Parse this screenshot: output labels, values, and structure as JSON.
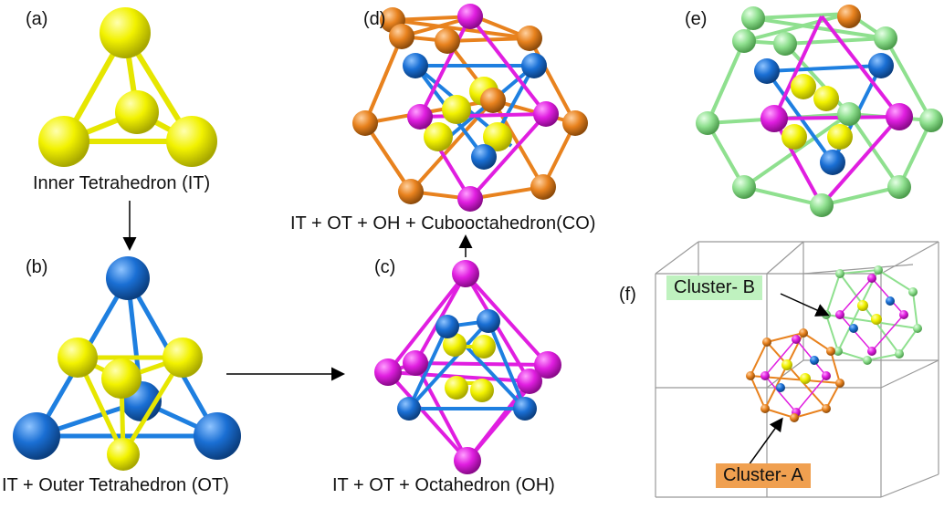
{
  "colors": {
    "yellow": "#f2f200",
    "blue": "#1a6fd4",
    "magenta": "#e01ee0",
    "orange": "#e8821e",
    "green": "#8fe08f"
  },
  "panels": {
    "a": {
      "label": "(a)",
      "caption": "Inner Tetrahedron (IT)"
    },
    "b": {
      "label": "(b)",
      "caption": "IT + Outer Tetrahedron (OT)"
    },
    "c": {
      "label": "(c)",
      "caption": "IT + OT + Octahedron (OH)"
    },
    "d": {
      "label": "(d)",
      "caption": "IT + OT + OH + Cubooctahedron(CO)"
    },
    "e": {
      "label": "(e)"
    },
    "f": {
      "label": "(f)",
      "cluster_b": "Cluster- B",
      "cluster_a": "Cluster- A"
    }
  }
}
